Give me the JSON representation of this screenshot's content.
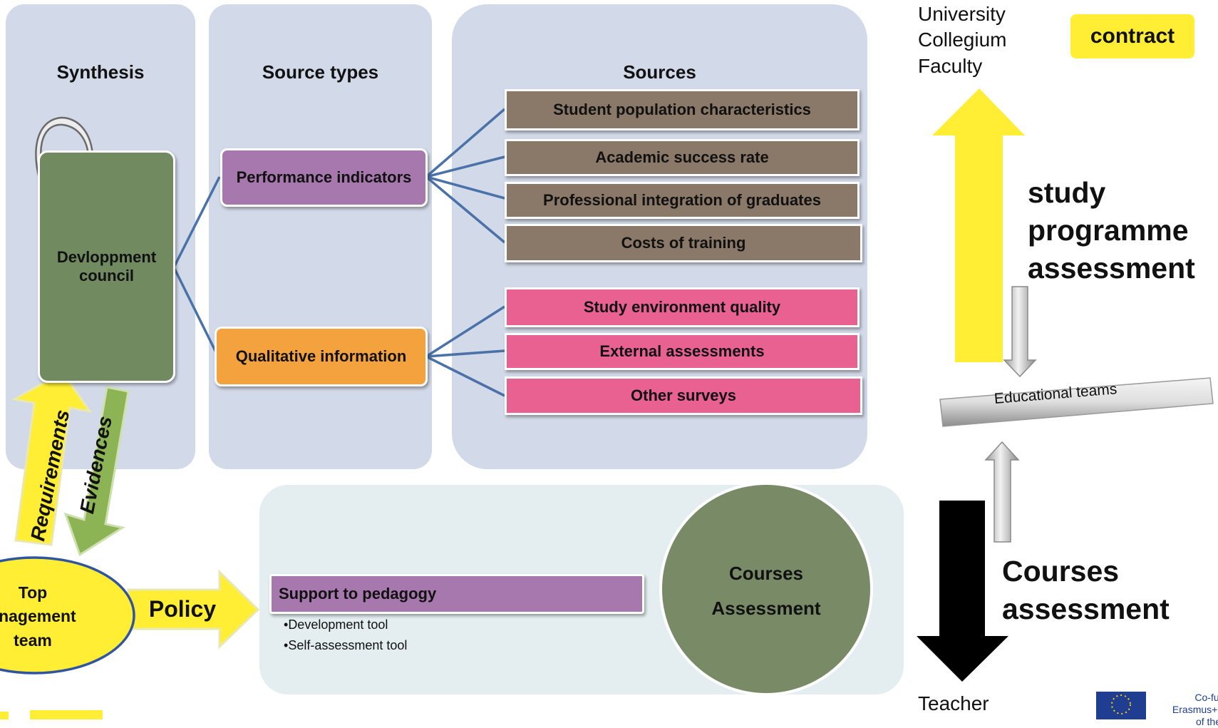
{
  "columns": {
    "synthesis": "Synthesis",
    "source_types": "Source types",
    "sources": "Sources"
  },
  "council": "Devloppment council",
  "source_types": {
    "performance": "Performance indicators",
    "qualitative": "Qualitative information"
  },
  "sources_performance": [
    "Student population characteristics",
    "Academic success rate",
    "Professional integration of graduates",
    "Costs of training"
  ],
  "sources_qualitative": [
    "Study environment quality",
    "External assessments",
    "Other surveys"
  ],
  "arrows": {
    "requirements": "Requirements",
    "evidences": "Evidences",
    "policy": "Policy"
  },
  "top_management": "Top\nanagement\nteam",
  "support": {
    "title": "Support to pedagogy",
    "bullets": [
      "Development tool",
      "Self-assessment tool"
    ]
  },
  "courses_circle": "Courses\nAssessment",
  "right": {
    "levels": [
      "University",
      "Collegium",
      "Faculty"
    ],
    "contract": "contract",
    "study_programme": "study\nprogramme\nassessment",
    "educational_teams": "Educational teams",
    "courses_assessment": "Courses\nassessment",
    "teacher": "Teacher",
    "cofunded": "Co-funde\nErasmus+ Pro\nof the Eu"
  },
  "colors": {
    "panel": "#d2d9e8",
    "council": "#728a60",
    "performance": "#a678ae",
    "qualitative": "#f4a23e",
    "brown": "#8a7868",
    "pink": "#e86191",
    "yellow": "#ffee33",
    "connector": "#4a72a8"
  }
}
